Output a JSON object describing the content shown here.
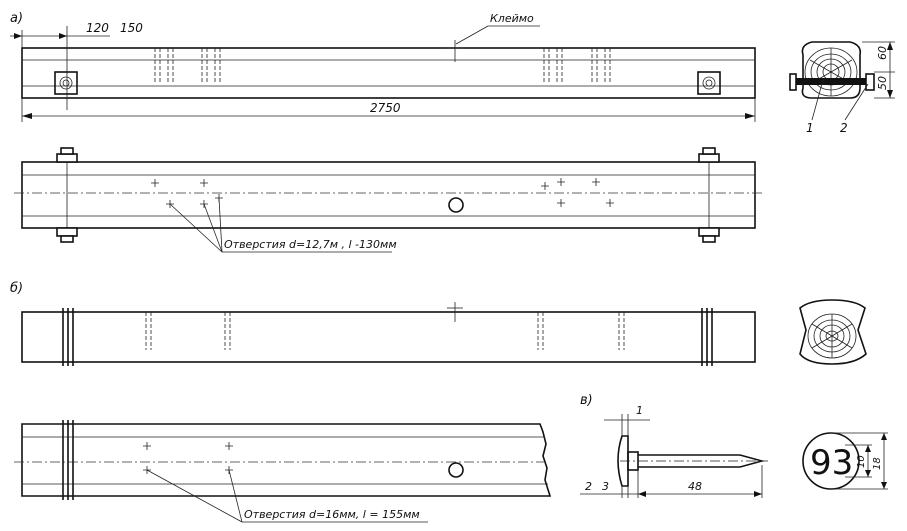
{
  "labels": {
    "view_a": "а)",
    "view_b": "б)",
    "view_v": "в)",
    "brand_mark": "Клеймо",
    "dim_120": "120",
    "dim_150": "150",
    "dim_2750": "2750",
    "dim_60": "60",
    "dim_50": "50",
    "callout_1": "1",
    "callout_2": "2",
    "holes_a": "Отверстия d=12,7м , l -130мм",
    "holes_b": "Отверстия d=16мм, l = 155мм",
    "nail_dim_1": "1",
    "nail_dim_2": "2",
    "nail_dim_3": "3",
    "nail_dim_48": "48",
    "date_number": "93",
    "dim_10": "10",
    "dim_18": "18"
  }
}
